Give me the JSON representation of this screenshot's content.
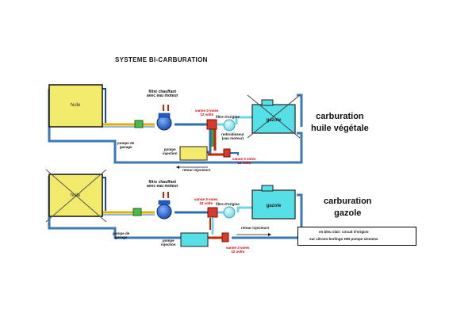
{
  "title": "SYSTEME BI-CARBURATION",
  "top": {
    "tank_left": "huile",
    "tank_right": "gazole",
    "heated_filter": "filtre chauffant\navec eau moteur",
    "valve": "vanne 3 voies\n12 volts",
    "origin_filter": "filtre d'origine",
    "cooler": "redroidisseur\n(eau moteur)",
    "pump_primer": "pompe de\ngavage",
    "injection_pump": "pompe\ninjection",
    "return": "retour injecteurs",
    "valve2": "vanne 3 voies\n12 volts",
    "heading": "carburation\nhuile végétale"
  },
  "bottom": {
    "tank_left": "huile",
    "tank_right": "gazole",
    "heated_filter": "filtre chauffant\navec eau moteur",
    "valve": "vanne 3 voies\n12 volts",
    "origin_filter": "filtre d'origine",
    "pump_primer": "pompe de\ngavage",
    "injection_pump": "pompe\ninjection",
    "return": "retour injecteurs",
    "valve2": "vanne 3 voies\n12 volts",
    "heading": "carburation\ngazole",
    "legend_line1": "en bleu clair: circuit d'origine",
    "legend_line2": "sur citroen berlingo HDI pompe siemens"
  },
  "colors": {
    "oil": "#f2ea6b",
    "diesel": "#56dfe6",
    "pipe_blue": "#2a6fb0",
    "pipe_red": "#cc2200",
    "pipe_green": "#3da14a",
    "filter_blue": "#1f5fc0"
  }
}
